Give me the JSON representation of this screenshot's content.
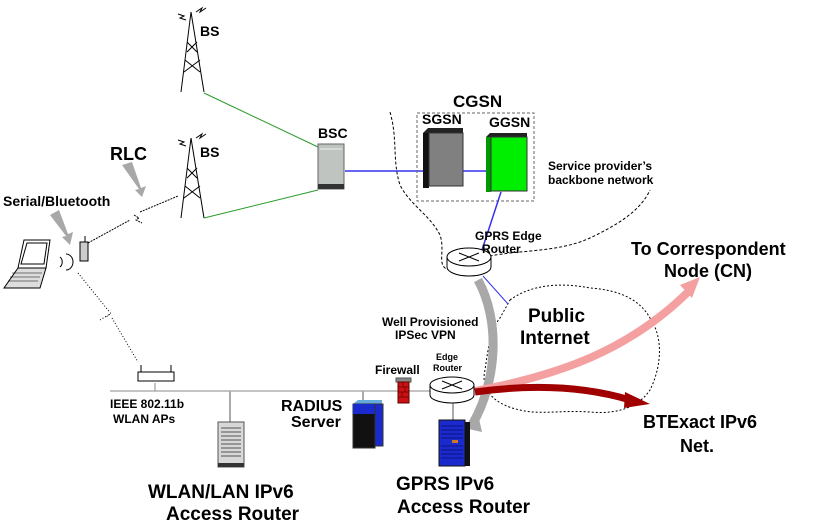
{
  "labels": {
    "bs_top": "BS",
    "bs_bottom": "BS",
    "bsc": "BSC",
    "rlc": "RLC",
    "serial_bluetooth": "Serial/Bluetooth",
    "cgsn": "CGSN",
    "sgsn": "SGSN",
    "ggsn": "GGSN",
    "backbone_line1": "Service provider’s",
    "backbone_line2": "backbone network",
    "gprs_edge_line1": "GPRS Edge",
    "gprs_edge_line2": "Router",
    "to_cn_line1": "To Correspondent",
    "to_cn_line2": "Node (CN)",
    "public_line1": "Public",
    "public_line2": "Internet",
    "vpn_line1": "Well Provisioned",
    "vpn_line2": "IPSec VPN",
    "firewall": "Firewall",
    "edge_router_line1": "Edge",
    "edge_router_line2": "Router",
    "ieee_line1": "IEEE 802.11b",
    "ieee_line2": "WLAN APs",
    "radius_line1": "RADIUS",
    "radius_line2": "Server",
    "btexact_line1": "BTExact IPv6",
    "btexact_line2": "Net.",
    "wlan_ar_line1": "WLAN/LAN IPv6",
    "wlan_ar_line2": "Access Router",
    "gprs_ar_line1": "GPRS IPv6",
    "gprs_ar_line2": "Access Router"
  },
  "colors": {
    "green_link": "#2a9a2a",
    "blue_link": "#3333ee",
    "ggsn_fill": "#00ee00",
    "sgsn_fill": "#808080",
    "pink_arrow": "#f4a0a0",
    "darkred_arrow": "#a00000",
    "gray_arrow": "#a8a8a8",
    "firewall_red": "#cc1111",
    "server_blue": "#1a2acc"
  }
}
